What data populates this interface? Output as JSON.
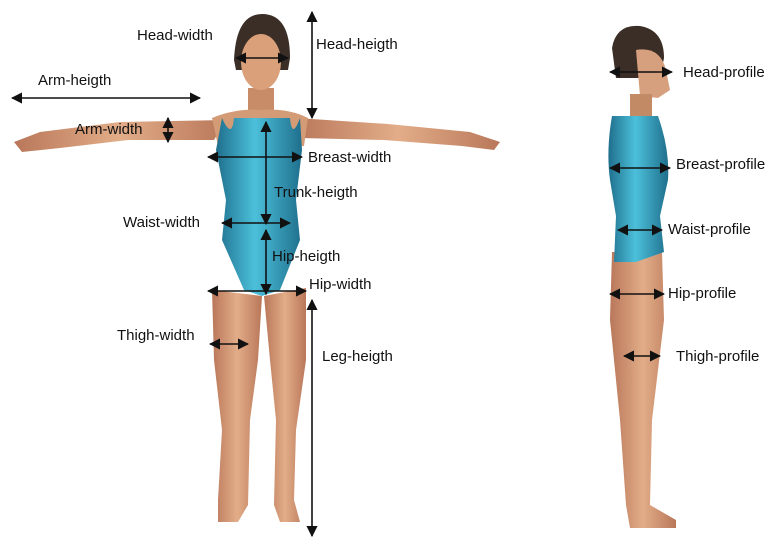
{
  "colors": {
    "skin": "#d9a07a",
    "skin_shadow": "#a8674a",
    "swimsuit": "#3fa9c6",
    "swimsuit_dark": "#1f6f8c",
    "hair": "#3a2e26",
    "arrow": "#111111",
    "background": "#ffffff"
  },
  "front_labels": {
    "head_width": "Head-width",
    "head_height": "Head-heigth",
    "arm_height": "Arm-heigth",
    "arm_width": "Arm-width",
    "breast_width": "Breast-width",
    "trunk_height": "Trunk-heigth",
    "waist_width": "Waist-width",
    "hip_height": "Hip-heigth",
    "hip_width": "Hip-width",
    "thigh_width": "Thigh-width",
    "leg_height": "Leg-heigth"
  },
  "profile_labels": {
    "head_profile": "Head-profile",
    "breast_profile": "Breast-profile",
    "waist_profile": "Waist-profile",
    "hip_profile": "Hip-profile",
    "thigh_profile": "Thigh-profile"
  }
}
